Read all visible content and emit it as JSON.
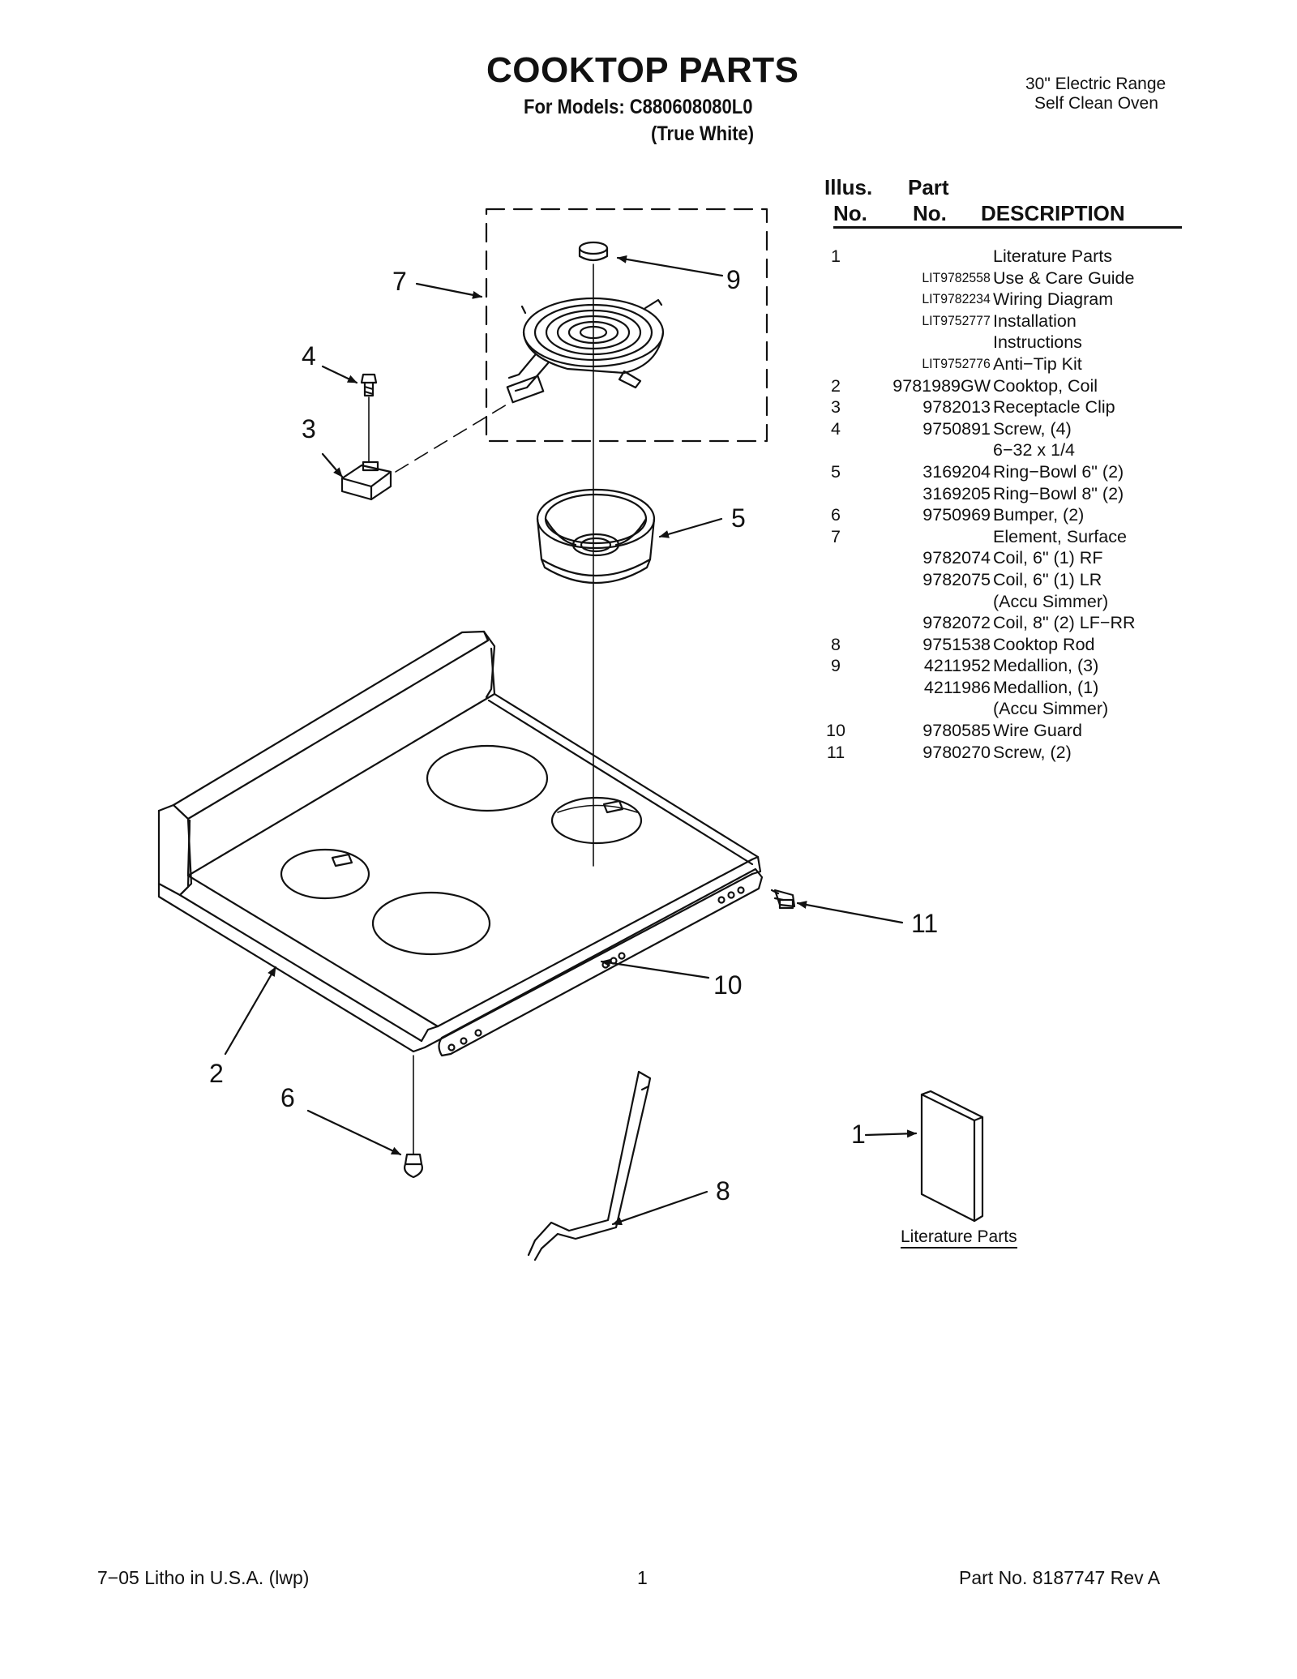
{
  "header": {
    "title": "COOKTOP PARTS",
    "models_line": "For Models: C880608080L0",
    "color_line": "(True White)",
    "range_line1": "30\" Electric Range",
    "range_line2": "Self Clean Oven"
  },
  "table": {
    "col_illus_1": "Illus.",
    "col_illus_2": "No.",
    "col_part_1": "Part",
    "col_part_2": "No.",
    "col_desc": "DESCRIPTION",
    "rows": [
      {
        "illus": "1",
        "part": "",
        "desc": "Literature Parts"
      },
      {
        "illus": "",
        "part": "LIT9782558",
        "desc": "Use & Care Guide",
        "lit": true
      },
      {
        "illus": "",
        "part": "LIT9782234",
        "desc": "Wiring Diagram",
        "lit": true
      },
      {
        "illus": "",
        "part": "LIT9752777",
        "desc": "Installation",
        "lit": true
      },
      {
        "illus": "",
        "part": "",
        "desc": "Instructions"
      },
      {
        "illus": "",
        "part": "LIT9752776",
        "desc": "Anti−Tip Kit",
        "lit": true
      },
      {
        "illus": "2",
        "part": "9781989GW",
        "desc": "Cooktop, Coil"
      },
      {
        "illus": "3",
        "part": "9782013",
        "desc": "Receptacle Clip"
      },
      {
        "illus": "4",
        "part": "9750891",
        "desc": "Screw, (4)"
      },
      {
        "illus": "",
        "part": "",
        "desc": "6−32 x 1/4"
      },
      {
        "illus": "5",
        "part": "3169204",
        "desc": "Ring−Bowl 6\" (2)"
      },
      {
        "illus": "",
        "part": "3169205",
        "desc": "Ring−Bowl 8\" (2)"
      },
      {
        "illus": "6",
        "part": "9750969",
        "desc": "Bumper, (2)"
      },
      {
        "illus": "7",
        "part": "",
        "desc": "Element, Surface"
      },
      {
        "illus": "",
        "part": "9782074",
        "desc": "Coil, 6\" (1) RF"
      },
      {
        "illus": "",
        "part": "9782075",
        "desc": "Coil, 6\" (1) LR"
      },
      {
        "illus": "",
        "part": "",
        "desc": "(Accu Simmer)"
      },
      {
        "illus": "",
        "part": "9782072",
        "desc": "Coil, 8\" (2) LF−RR"
      },
      {
        "illus": "8",
        "part": "9751538",
        "desc": "Cooktop Rod"
      },
      {
        "illus": "9",
        "part": "4211952",
        "desc": "Medallion, (3)"
      },
      {
        "illus": "",
        "part": "4211986",
        "desc": "Medallion, (1)"
      },
      {
        "illus": "",
        "part": "",
        "desc": "(Accu Simmer)"
      },
      {
        "illus": "10",
        "part": "9780585",
        "desc": "Wire Guard"
      },
      {
        "illus": "11",
        "part": "9780270",
        "desc": "Screw, (2)"
      }
    ]
  },
  "diagram": {
    "callouts": [
      "1",
      "2",
      "3",
      "4",
      "5",
      "6",
      "7",
      "8",
      "9",
      "10",
      "11"
    ],
    "literature_caption": "Literature Parts"
  },
  "footer": {
    "left": "7−05 Litho in U.S.A. (lwp)",
    "center": "1",
    "right": "Part No. 8187747 Rev A"
  }
}
